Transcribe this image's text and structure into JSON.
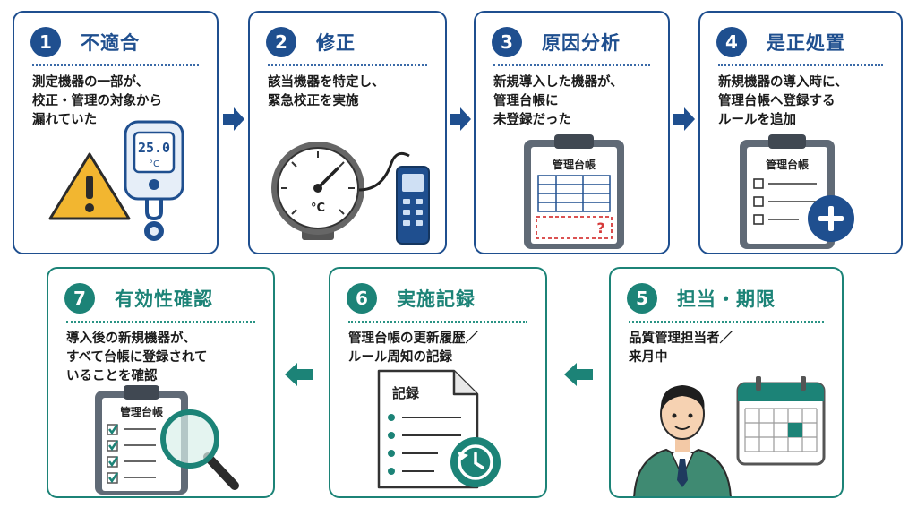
{
  "steps": [
    {
      "num": "1",
      "title": "不適合",
      "lines": [
        "測定機器の一部が、",
        "校正・管理の対象から",
        "漏れていた"
      ],
      "display": "25.0",
      "unit": "°C"
    },
    {
      "num": "2",
      "title": "修正",
      "lines": [
        "該当機器を特定し、",
        "緊急校正を実施"
      ],
      "unit": "°C"
    },
    {
      "num": "3",
      "title": "原因分析",
      "lines": [
        "新規導入した機器が、",
        "管理台帳に",
        "未登録だった"
      ],
      "clipboard_label": "管理台帳",
      "mark": "?"
    },
    {
      "num": "4",
      "title": "是正処置",
      "lines": [
        "新規機器の導入時に、",
        "管理台帳へ登録する",
        "ルールを追加"
      ],
      "clipboard_label": "管理台帳"
    },
    {
      "num": "5",
      "title": "担当・期限",
      "lines": [
        "品質管理担当者／",
        "来月中"
      ]
    },
    {
      "num": "6",
      "title": "実施記録",
      "lines": [
        "管理台帳の更新履歴／",
        "ルール周知の記録"
      ],
      "doc_label": "記録"
    },
    {
      "num": "7",
      "title": "有効性確認",
      "lines": [
        "導入後の新規機器が、",
        "すべて台帳に登録されて",
        "いることを確認"
      ],
      "clipboard_label": "管理台帳"
    }
  ],
  "colors": {
    "blue": "#1f4f8f",
    "teal": "#1c8377",
    "warning": "#f2b630",
    "red": "#d63a3a"
  }
}
